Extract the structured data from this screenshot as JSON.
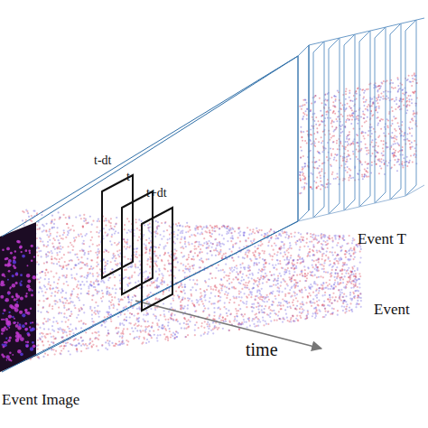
{
  "diagram": {
    "labels": [
      "Event T",
      "t-dt",
      "t",
      "t+dt",
      "Event",
      "time",
      "Event Image"
    ]
  }
}
